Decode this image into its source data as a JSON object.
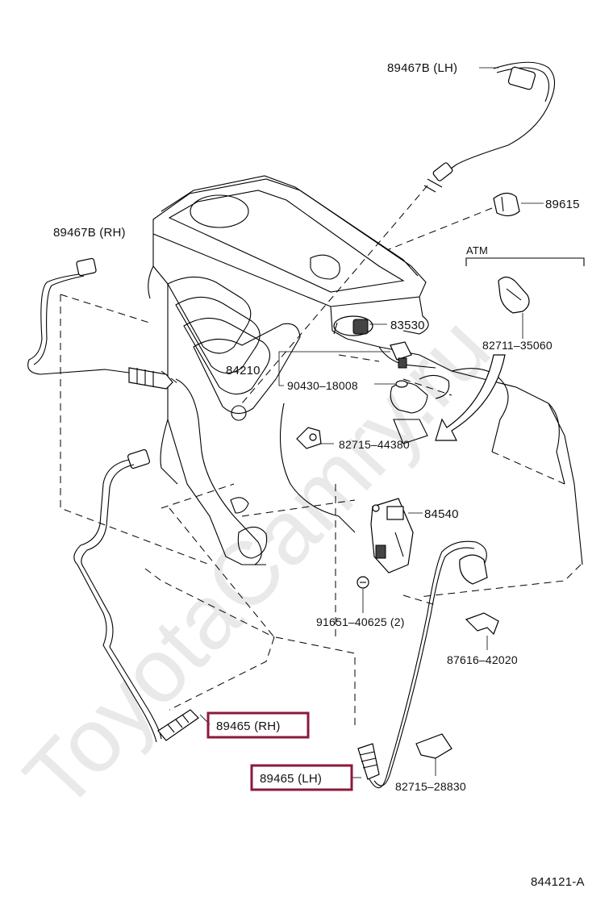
{
  "watermark": "ToyotaCamry.ru",
  "diagram_id": "844121-A",
  "labels": {
    "p89467b_lh": "89467B (LH)",
    "p89615": "89615",
    "p89467b_rh": "89467B (RH)",
    "atm": "ATM",
    "p83530": "83530",
    "p84210": "84210",
    "p90430": "90430–18008",
    "p82711": "82711–35060",
    "p82715_44380": "82715–44380",
    "p84540": "84540",
    "p91651": "91651–40625 (2)",
    "p87616": "87616–42020",
    "p89465_rh": "89465 (RH)",
    "p89465_lh": "89465 (LH)",
    "p82715_28830": "82715–28830"
  },
  "highlighted_parts": [
    "89465 (RH)",
    "89465 (LH)"
  ],
  "colors": {
    "highlight": "#8b1a3a",
    "line": "#000000",
    "watermark": "#e9e9e9"
  }
}
